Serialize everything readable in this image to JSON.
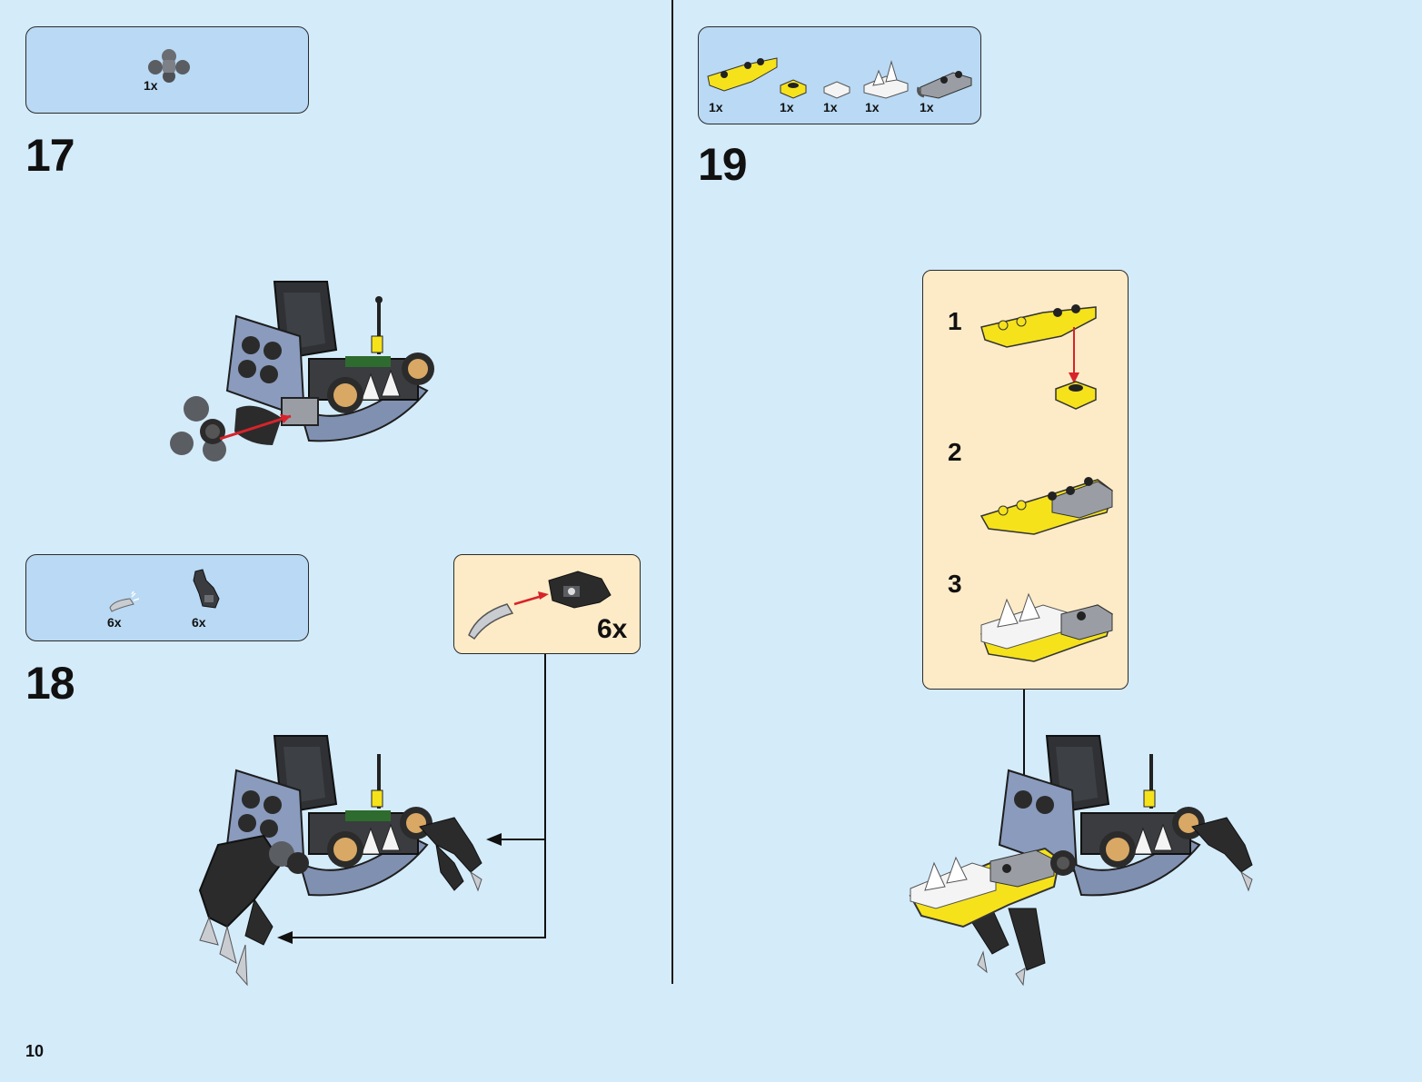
{
  "page_number": "10",
  "steps": [
    {
      "number": "17",
      "parts": [
        {
          "qty": "1x",
          "icon": "cross-pin-connector-icon"
        }
      ]
    },
    {
      "number": "18",
      "parts": [
        {
          "qty": "6x",
          "icon": "claw-tooth-icon"
        },
        {
          "qty": "6x",
          "icon": "clip-bracket-icon"
        }
      ],
      "callout": {
        "count": "6x"
      }
    },
    {
      "number": "19",
      "parts": [
        {
          "qty": "1x",
          "icon": "yellow-wedge-plate-icon"
        },
        {
          "qty": "1x",
          "icon": "yellow-plate-1x1-icon"
        },
        {
          "qty": "1x",
          "icon": "white-tile-icon"
        },
        {
          "qty": "1x",
          "icon": "white-tooth-plate-icon"
        },
        {
          "qty": "1x",
          "icon": "grey-clip-plate-icon"
        }
      ],
      "substeps": [
        "1",
        "2",
        "3"
      ]
    }
  ],
  "colors": {
    "background": "#d4ebfa",
    "parts_box": "#b9d9f4",
    "callout": "#fdebc8",
    "arrow_red": "#d8232a",
    "brick_yellow": "#f5e21b",
    "brick_sand_blue": "#8090b0",
    "brick_black": "#2b2b2b"
  }
}
